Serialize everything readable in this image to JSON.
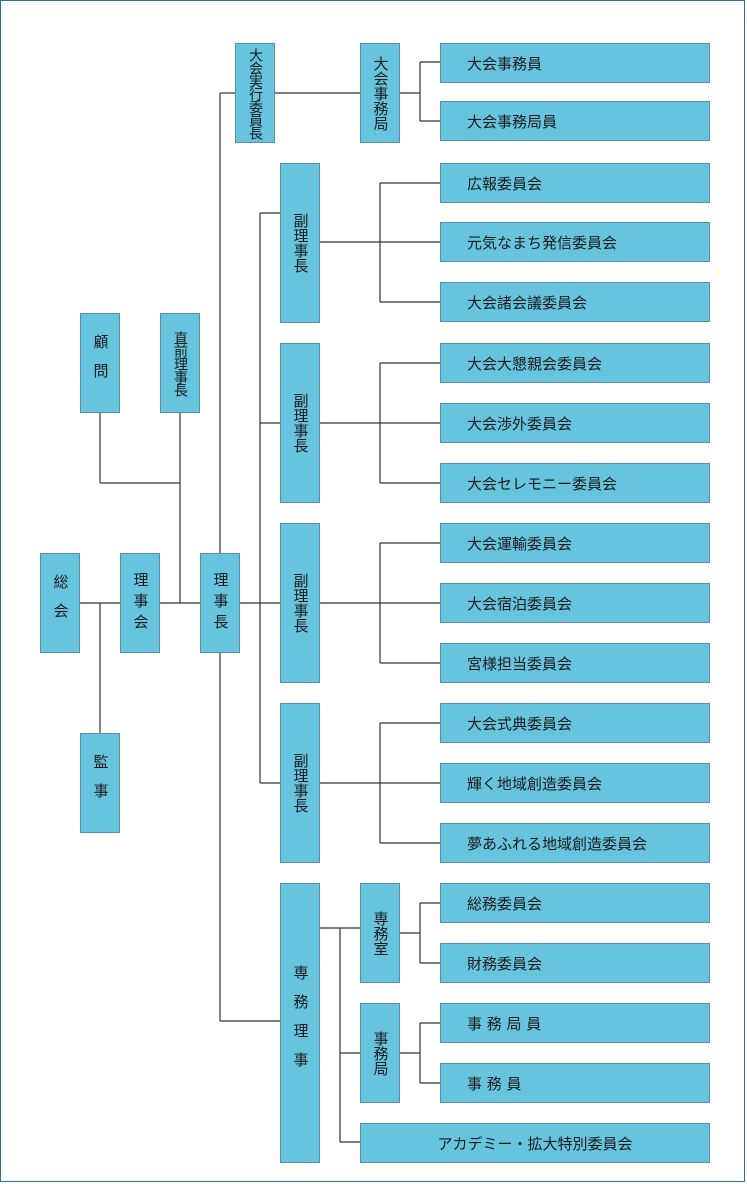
{
  "colors": {
    "box_fill": "#66c4df",
    "box_border": "#5a8fa8",
    "line": "#333333",
    "frame": "#2e6fb0"
  },
  "left": {
    "soukai": "総会",
    "kansa": "監事",
    "rijikai": "理事会",
    "komon": "顧問",
    "chokuzen": "直前理事長",
    "rijicho": "理事長"
  },
  "taikai": {
    "jikko": "大会実行委員長",
    "jimukyoku": "大会事務局",
    "items": [
      "大会事務員",
      "大会事務局員"
    ]
  },
  "vice_groups": [
    {
      "label": "副理事長",
      "items": [
        "広報委員会",
        "元気なまち発信委員会",
        "大会諸会議委員会"
      ]
    },
    {
      "label": "副理事長",
      "items": [
        "大会大懇親会委員会",
        "大会渉外委員会",
        "大会セレモニー委員会"
      ]
    },
    {
      "label": "副理事長",
      "items": [
        "大会運輸委員会",
        "大会宿泊委員会",
        "宮様担当委員会"
      ]
    },
    {
      "label": "副理事長",
      "items": [
        "大会式典委員会",
        "輝く地域創造委員会",
        "夢あふれる地域創造委員会"
      ]
    }
  ],
  "senmu": {
    "label": "専務理事",
    "office": "専務室",
    "office_items": [
      "総務委員会",
      "財務委員会"
    ],
    "bureau": "事務局",
    "bureau_items": [
      "事 務 局 員",
      "事 務 員"
    ],
    "academy": "アカデミー・拡大特別委員会"
  }
}
